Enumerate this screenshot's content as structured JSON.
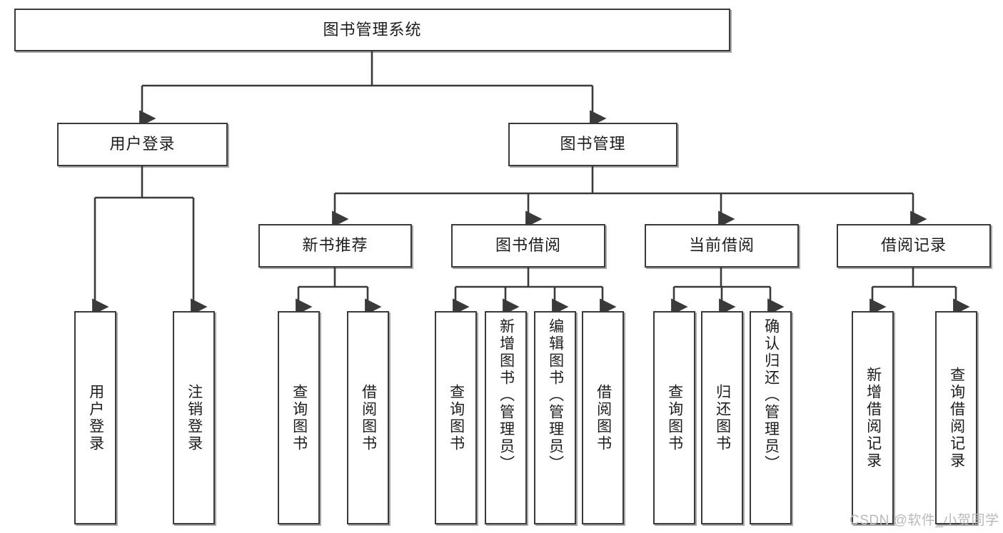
{
  "diagram": {
    "title": "图书管理系统",
    "type": "tree-hierarchy-diagram",
    "colors": {
      "box_border": "#3a3a3a",
      "box_fill": "#ffffff",
      "edge": "#3a3a3a",
      "text": "#1c1c1c",
      "watermark": "#b9b9b9"
    },
    "root": {
      "label": "图书管理系统"
    },
    "level2": [
      {
        "id": "user-login",
        "label": "用户登录"
      },
      {
        "id": "book-management",
        "label": "图书管理"
      }
    ],
    "level3": [
      {
        "id": "new-book-recommend",
        "label": "新书推荐"
      },
      {
        "id": "book-borrow",
        "label": "图书借阅"
      },
      {
        "id": "current-borrow",
        "label": "当前借阅"
      },
      {
        "id": "borrow-record",
        "label": "借阅记录"
      }
    ],
    "leaves": {
      "user_login": [
        {
          "id": "leaf-user-login",
          "label": "用户登录"
        },
        {
          "id": "leaf-logout-login",
          "label": "注销登录"
        }
      ],
      "new_book_recommend": [
        {
          "id": "leaf-query-book-1",
          "label": "查询图书"
        },
        {
          "id": "leaf-borrow-book-1",
          "label": "借阅图书"
        }
      ],
      "book_borrow": [
        {
          "id": "leaf-query-book-2",
          "label": "查询图书"
        },
        {
          "id": "leaf-add-book",
          "label": "新增图书（管理员）"
        },
        {
          "id": "leaf-edit-book",
          "label": "编辑图书（管理员）"
        },
        {
          "id": "leaf-borrow-book-2",
          "label": "借阅图书"
        }
      ],
      "current_borrow": [
        {
          "id": "leaf-query-book-3",
          "label": "查询图书"
        },
        {
          "id": "leaf-return-book",
          "label": "归还图书"
        },
        {
          "id": "leaf-confirm-return",
          "label": "确认归还（管理员）"
        }
      ],
      "borrow_record": [
        {
          "id": "leaf-add-record",
          "label": "新增借阅记录"
        },
        {
          "id": "leaf-query-record",
          "label": "查询借阅记录"
        }
      ]
    },
    "watermark": "CSDN @软件_小贺同学"
  }
}
